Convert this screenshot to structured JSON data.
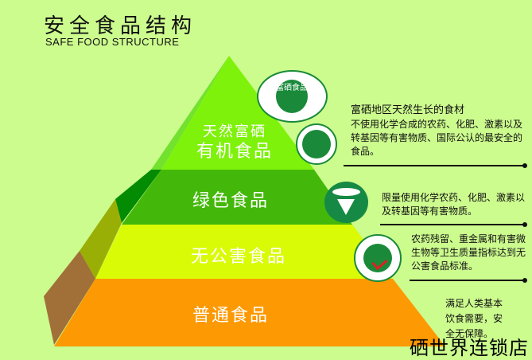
{
  "header": {
    "title": "安全食品结构",
    "subtitle": "SAFE FOOD STRUCTURE"
  },
  "pyramid": {
    "tiers": [
      {
        "line1": "天然富硒",
        "line2": "有机食品",
        "color": "#7ef20a",
        "side": "#72e22f"
      },
      {
        "label": "绿色食品",
        "color": "#44b80a",
        "side": "#028b03"
      },
      {
        "label": "无公害食品",
        "color": "#d9fb05",
        "side": "#9aaf05"
      },
      {
        "label": "普通食品",
        "color": "#fd9902",
        "side": "#a07038"
      }
    ]
  },
  "descriptions": [
    {
      "heading": "富硒地区天然生长的食材",
      "text": "不使用化学合成的农药、化肥、激素以及转基因等有害物质、国际公认的最安全的食品。",
      "logos": [
        "富硒食品",
        "有机食品"
      ]
    },
    {
      "text": "限量使用化学农药、化肥、激素以及转基因等有害物质。",
      "logos": [
        "绿色食品"
      ]
    },
    {
      "text": "农药残留、重金属和有害微生物等卫生质量指标达到无公害食品标准。",
      "logos": [
        "无公害农产品"
      ]
    },
    {
      "text": "满足人类基本饮食需要，安全无保障。"
    }
  ],
  "brand": "硒世界连锁店"
}
